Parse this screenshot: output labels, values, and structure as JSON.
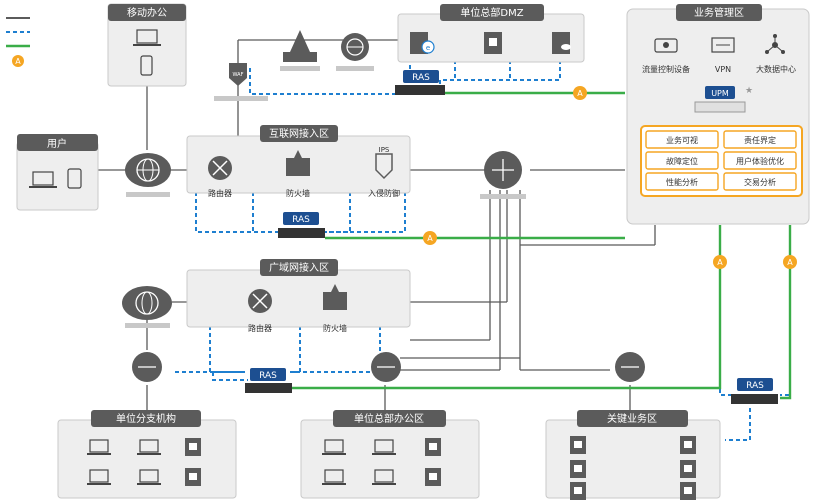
{
  "legend": {
    "items": [
      {
        "style": "gray-line",
        "label": ""
      },
      {
        "style": "blue-dashed",
        "label": ""
      },
      {
        "style": "green-line",
        "label": ""
      },
      {
        "style": "a-badge",
        "label": ""
      }
    ]
  },
  "badge_letter": "A",
  "ras_label": "RAS",
  "upm_label": "UPM",
  "mobile": {
    "title": "移动办公"
  },
  "user": {
    "title": "用户"
  },
  "dmz": {
    "title": "单位总部DMZ"
  },
  "internet": {
    "title": "互联网接入区",
    "router": "路由器",
    "firewall": "防火墙",
    "ips_tag": "IPS",
    "ips": "入侵防御"
  },
  "wan": {
    "title": "广域网接入区",
    "router": "路由器",
    "firewall": "防火墙"
  },
  "mgmt": {
    "title": "业务管理区",
    "traffic": "流量控制设备",
    "vpn": "VPN",
    "bigdata": "大数据中心",
    "functions": [
      "业务可视",
      "责任界定",
      "故障定位",
      "用户体验优化",
      "性能分析",
      "交易分析"
    ]
  },
  "branch": {
    "title": "单位分支机构"
  },
  "hq_office": {
    "title": "单位总部办公区"
  },
  "key_biz": {
    "title": "关键业务区"
  },
  "colors": {
    "dark_gray": "#5b5b5b",
    "blue": "#1e7fd0",
    "green": "#3aad48",
    "orange": "#f5a623",
    "navy": "#1d4f91"
  }
}
